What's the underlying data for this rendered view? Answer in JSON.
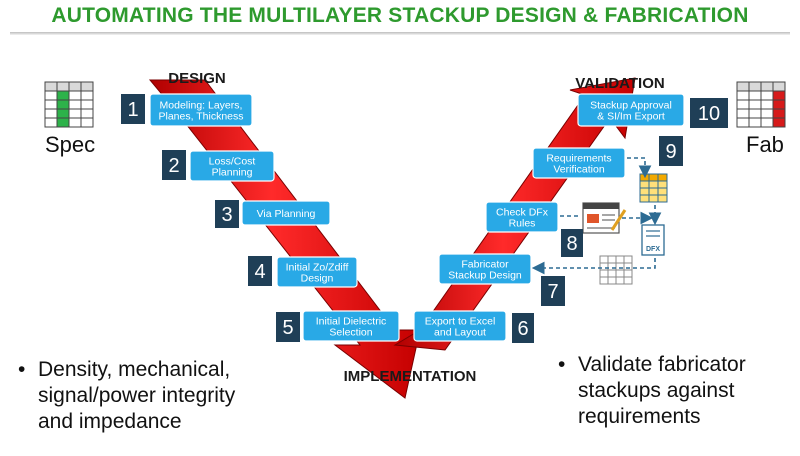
{
  "title": "AUTOMATING THE MULTILAYER STACKUP DESIGN & FABRICATION",
  "labels": {
    "design": "DESIGN",
    "validation": "VALIDATION",
    "implementation": "IMPLEMENTATION"
  },
  "spec_label": "Spec",
  "fab_label": "Fab",
  "steps": [
    {
      "num": "1",
      "text": [
        "Modeling: Layers,",
        "Planes, Thickness"
      ]
    },
    {
      "num": "2",
      "text": [
        "Loss/Cost",
        "Planning"
      ]
    },
    {
      "num": "3",
      "text": [
        "Via Planning"
      ]
    },
    {
      "num": "4",
      "text": [
        "Initial Zo/Zdiff",
        "Design"
      ]
    },
    {
      "num": "5",
      "text": [
        "Initial Dielectric",
        "Selection"
      ]
    },
    {
      "num": "6",
      "text": [
        "Export to Excel",
        "and Layout"
      ]
    },
    {
      "num": "7",
      "text": [
        "Fabricator",
        "Stackup Design"
      ]
    },
    {
      "num": "8",
      "text": [
        "Check DFx",
        "Rules"
      ]
    },
    {
      "num": "9",
      "text": [
        "Requirements",
        "Verification"
      ]
    },
    {
      "num": "10",
      "text": [
        "Stackup Approval",
        "& SI/Im Export"
      ]
    }
  ],
  "dfx_icon_text": "DFX",
  "bullets_left": [
    "Density, mechanical,",
    "signal/power integrity",
    "and impedance"
  ],
  "bullets_right": [
    "Validate fabricator",
    "stackups against",
    "requirements"
  ],
  "colors": {
    "title": "#2e9a2e",
    "arrow": "#e01010",
    "box": "#29a9e6",
    "number_box": "#1f3f57",
    "dashed": "#2d6b93"
  }
}
